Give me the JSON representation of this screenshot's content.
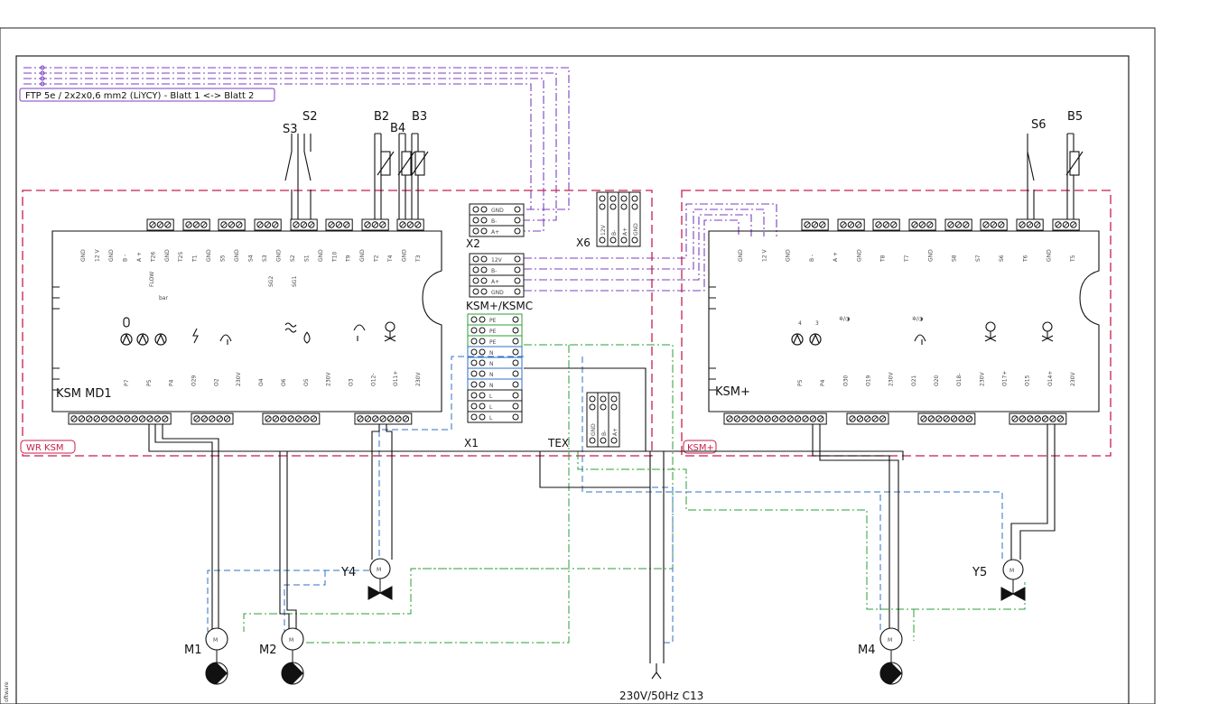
{
  "cable_note": "FTP 5e / 2x2x0,6 mm2 (LiYCY)  - Blatt 1 <-> Blatt 2",
  "zones": {
    "left": "WR KSM",
    "right": "KSM+"
  },
  "controllers": {
    "left": {
      "name": "KSM MD1",
      "top_pins": [
        "GND",
        "12 V",
        "GND",
        "B -",
        "A +",
        "T26",
        "GND",
        "T25",
        "T1",
        "GND",
        "S5",
        "GND",
        "S4",
        "S3",
        "GND",
        "S2",
        "S1",
        "GND",
        "T10",
        "T9",
        "GND",
        "T2",
        "T4",
        "GND",
        "T3"
      ],
      "bottom_pins": [
        "P7",
        "P5",
        "P4",
        "O29",
        "O2",
        "230V",
        "O4",
        "O6",
        "O5",
        "230V",
        "O3",
        "O12-",
        "O11+",
        "230V"
      ],
      "misc": [
        "FLOW",
        "bar",
        "SG2",
        "SG1"
      ]
    },
    "right": {
      "name": "KSM+",
      "top_pins": [
        "GND",
        "12 V",
        "GND",
        "B -",
        "A +",
        "GND",
        "T8",
        "T7",
        "GND",
        "S8",
        "S7",
        "S6",
        "T6",
        "GND",
        "T5"
      ],
      "bottom_pins": [
        "P5",
        "P4",
        "O30",
        "O19",
        "230V",
        "O21",
        "O20",
        "O18-",
        "230V",
        "O17+",
        "O15",
        "O14+",
        "230V"
      ],
      "misc": [
        "4",
        "3"
      ]
    }
  },
  "connectors": {
    "x2": {
      "label": "X2",
      "pins": [
        "GND",
        "B-",
        "A+"
      ]
    },
    "x6": {
      "label": "X6",
      "pins": [
        "12V",
        "B-",
        "A+",
        "GND"
      ]
    },
    "ksmc": {
      "label": "KSM+/KSMC",
      "pins": [
        "12V",
        "B-",
        "A+",
        "GND"
      ]
    },
    "x1": {
      "label": "X1",
      "pins": [
        "PE",
        "PE",
        "PE",
        "N",
        "N",
        "N",
        "N",
        "L",
        "L",
        "L"
      ]
    },
    "tex": {
      "label": "TEX",
      "pins": [
        "GND",
        "B-",
        "A+"
      ]
    }
  },
  "sensors": {
    "S3": "S3",
    "S2": "S2",
    "B2": "B2",
    "B4": "B4",
    "B3": "B3",
    "S6": "S6",
    "B5": "B5"
  },
  "actuators": {
    "Y4": "Y4",
    "Y5": "Y5",
    "M1": "M1",
    "M2": "M2",
    "M4": "M4",
    "motor_letter": "M"
  },
  "supply": "230V/50Hz C13",
  "footer": "oftware",
  "colors": {
    "bus": "#7b3fbf",
    "pe": "#2e9c3a",
    "n": "#2f6fc4",
    "zone": "#c81e4a"
  }
}
